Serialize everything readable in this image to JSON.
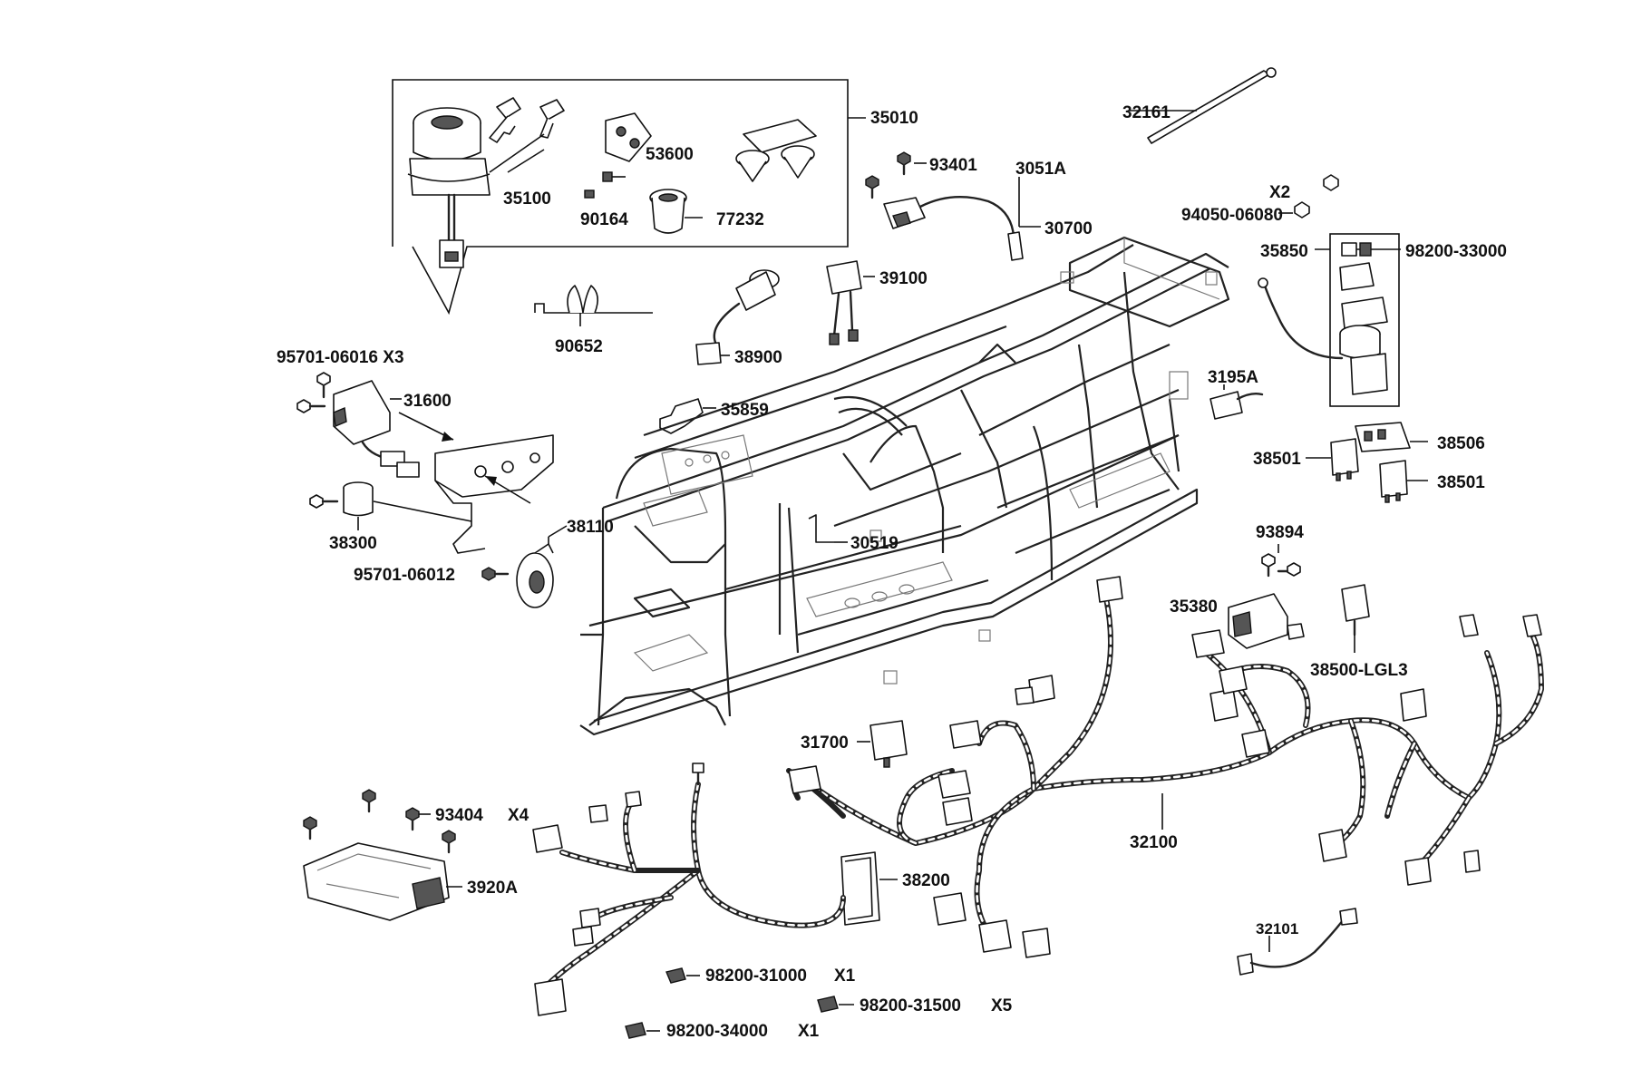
{
  "labels": {
    "l35010": "35010",
    "l53600": "53600",
    "l35100": "35100",
    "l90164": "90164",
    "l77232": "77232",
    "l90652": "90652",
    "l32161": "32161",
    "l93401": "93401",
    "l3051A": "3051A",
    "l30700": "30700",
    "lX2": "X2",
    "l9405006080": "94050-06080",
    "l35850": "35850",
    "l9820033000": "98200-33000",
    "l39100": "39100",
    "l38900": "38900",
    "l9570106016": "95701-06016 X3",
    "l31600": "31600",
    "l35859": "35859",
    "l3195A": "3195A",
    "l38506": "38506",
    "l38501a": "38501",
    "l38501b": "38501",
    "l38300": "38300",
    "l38110": "38110",
    "l30519": "30519",
    "l9570106012": "95701-06012",
    "l93894": "93894",
    "l35380": "35380",
    "l38500LGL3": "38500-LGL3",
    "l31700": "31700",
    "l93404": "93404",
    "lX4": "X4",
    "l3920A": "3920A",
    "l32100": "32100",
    "l38200": "38200",
    "l32101": "32101",
    "l9820031000": "98200-31000",
    "lX1a": "X1",
    "l9820031500": "98200-31500",
    "lX5": "X5",
    "l9820034000": "98200-34000",
    "lX1b": "X1"
  },
  "icons": {
    "ignition": "ignition-switch-icon",
    "keys": "key-icon",
    "frame": "vehicle-frame-icon",
    "harness": "wiring-harness-icon",
    "ecu": "ecu-module-icon",
    "horn": "horn-icon",
    "relay": "relay-icon",
    "fuse": "fuse-icon",
    "bolt": "bolt-icon"
  },
  "colors": {
    "line": "#111111",
    "background": "#ffffff"
  }
}
